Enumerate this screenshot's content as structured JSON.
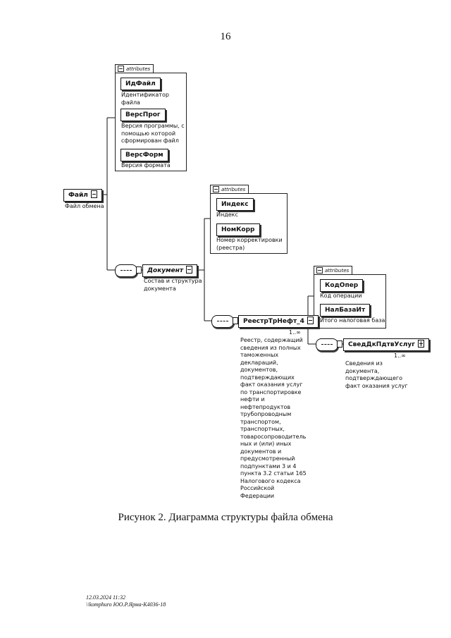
{
  "page": {
    "number": "16",
    "caption": "Рисунок 2. Диаграмма структуры файла обмена",
    "footer": {
      "timestamp": "12.03.2024 11:32",
      "path": "\\\\komphuro ЮО.Р.Ярма-К4036-18"
    }
  },
  "diagram": {
    "attributes_label": "attributes",
    "root": {
      "name": "Файл",
      "description": "Файл обмена",
      "attributes": [
        {
          "name": "ИдФайл",
          "description_lines": [
            "Идентификатор",
            "файла"
          ]
        },
        {
          "name": "ВерсПрог",
          "description_lines": [
            "Версия программы, с",
            "помощью которой",
            "сформирован файл"
          ]
        },
        {
          "name": "ВерсФорм",
          "description_lines": [
            "Версия формата"
          ]
        }
      ]
    },
    "document": {
      "name": "Документ",
      "description_lines": [
        "Состав и структура",
        "документа"
      ],
      "attributes": [
        {
          "name": "Индекс",
          "description_lines": [
            "Индекс"
          ]
        },
        {
          "name": "НомКорр",
          "description_lines": [
            "Номер корректировки",
            "(реестра)"
          ]
        }
      ]
    },
    "registry": {
      "name": "РеестрТрНефт_4",
      "multiplicity": "1..∞",
      "description_lines": [
        "Реестр, содержащий",
        "сведения из полных",
        "таможенных",
        "деклараций,",
        "документов,",
        "подтверждающих",
        "факт оказания услуг",
        "по транспортировке",
        "нефти и",
        "нефтепродуктов",
        "трубопроводным",
        "транспортом,",
        "транспортных,",
        "товаросопроводитель",
        "ных и (или) иных",
        "документов и",
        "предусмотренный",
        "подпунктами 3 и 4",
        "пункта 3.2 статьи 165",
        "Налогового кодекса",
        "Российской",
        "Федерации"
      ],
      "attributes": [
        {
          "name": "КодОпер",
          "description_lines": [
            "Код операции"
          ]
        },
        {
          "name": "НалБазаИт",
          "description_lines": [
            "Итого налоговая база"
          ]
        }
      ]
    },
    "services": {
      "name": "СведДкПдтвУслуг",
      "multiplicity": "1..∞",
      "description_lines": [
        "Сведения из",
        "документа,",
        "подтверждающего",
        "факт оказания услуг"
      ]
    }
  }
}
